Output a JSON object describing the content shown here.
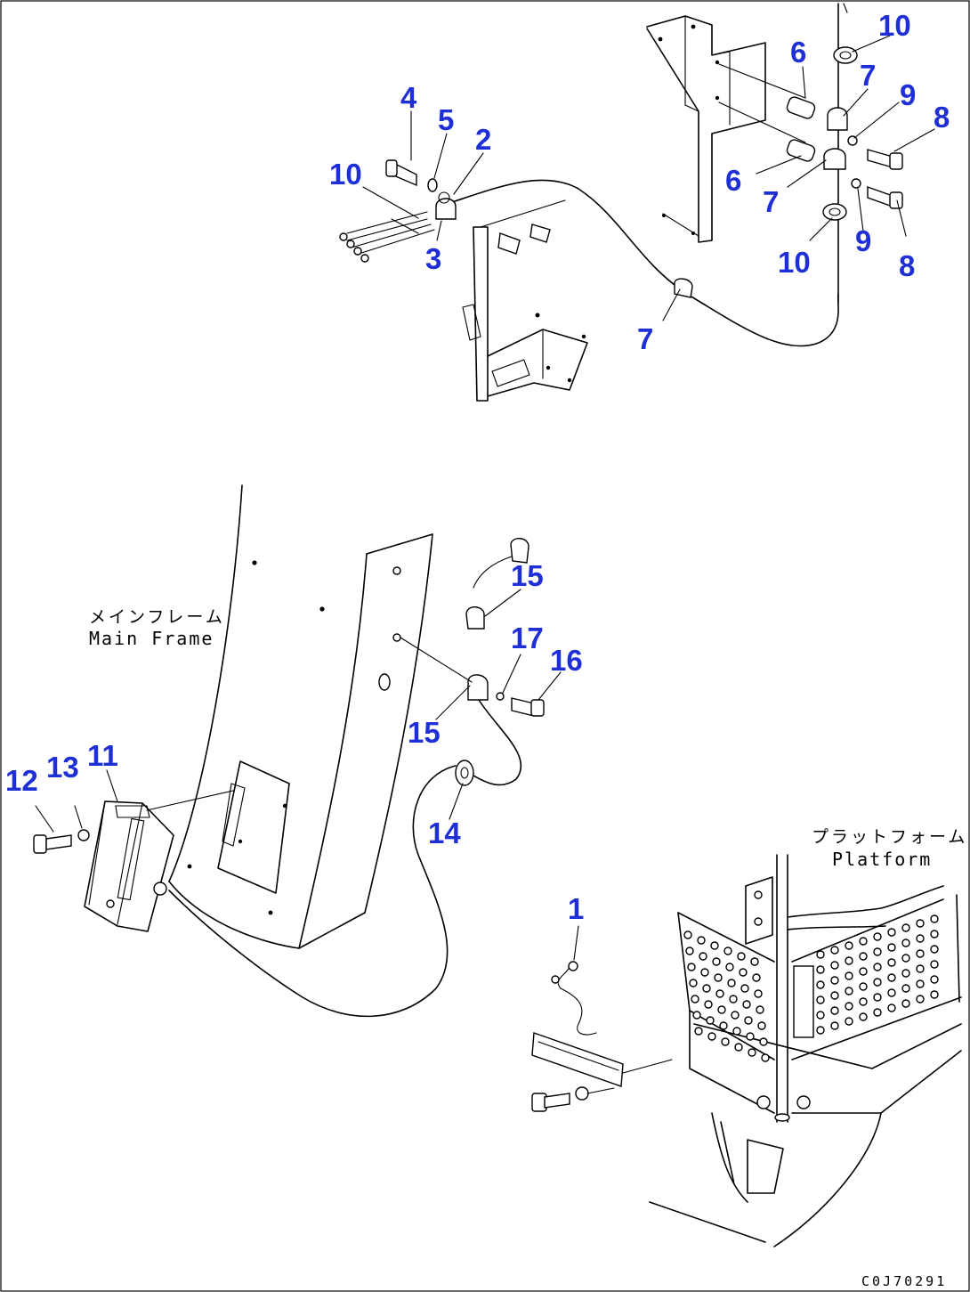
{
  "callouts": [
    {
      "label": "1"
    },
    {
      "label": "2"
    },
    {
      "label": "3"
    },
    {
      "label": "4"
    },
    {
      "label": "5"
    },
    {
      "label": "6"
    },
    {
      "label": "6"
    },
    {
      "label": "7"
    },
    {
      "label": "7"
    },
    {
      "label": "7"
    },
    {
      "label": "8"
    },
    {
      "label": "8"
    },
    {
      "label": "9"
    },
    {
      "label": "9"
    },
    {
      "label": "10"
    },
    {
      "label": "10"
    },
    {
      "label": "10"
    },
    {
      "label": "11"
    },
    {
      "label": "12"
    },
    {
      "label": "13"
    },
    {
      "label": "14"
    },
    {
      "label": "15"
    },
    {
      "label": "15"
    },
    {
      "label": "16"
    },
    {
      "label": "17"
    }
  ],
  "labels": {
    "main_frame_jp": "メインフレーム",
    "main_frame_en": "Main Frame",
    "platform_jp": "プラットフォーム",
    "platform_en": "Platform"
  },
  "drawing_code": "C0J70291",
  "colors": {
    "callout": "#1f2fd6",
    "line": "#000000",
    "background": "#ffffff"
  }
}
